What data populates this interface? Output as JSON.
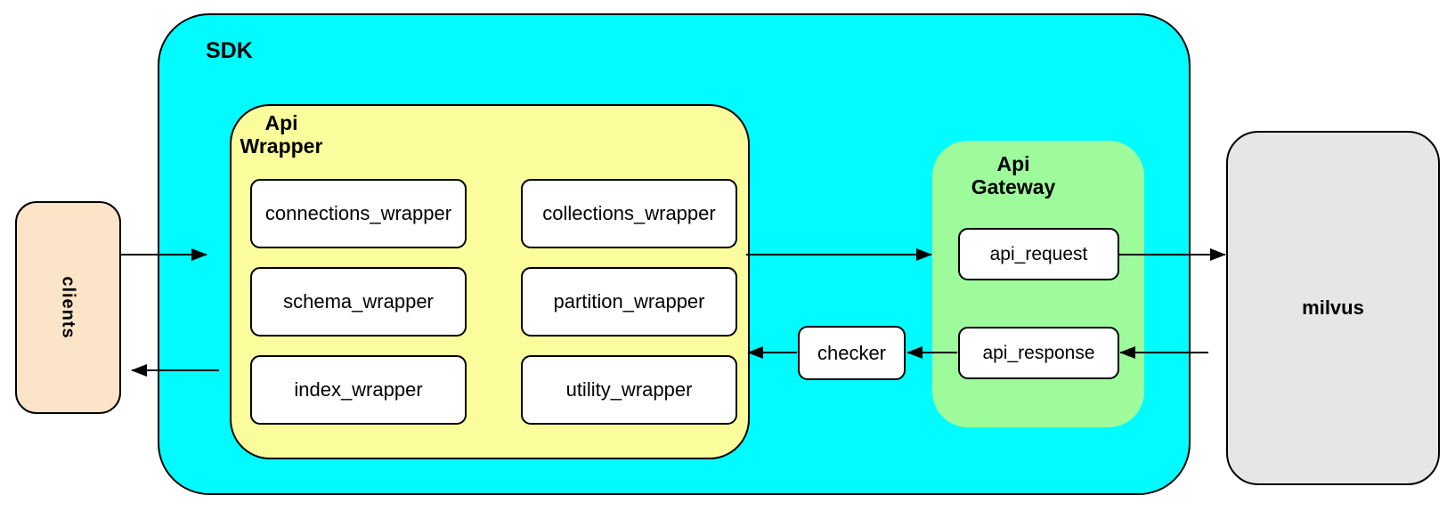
{
  "diagram": {
    "nodes": {
      "clients": {
        "label": "clients",
        "fill": "#fce4c9"
      },
      "sdk": {
        "label": "SDK",
        "fill": "#00fcff"
      },
      "api_wrapper": {
        "label_line1": "Api",
        "label_line2": "Wrapper",
        "fill": "#fbfd9d",
        "modules": [
          "connections_wrapper",
          "collections_wrapper",
          "schema_wrapper",
          "partition_wrapper",
          "index_wrapper",
          "utility_wrapper"
        ]
      },
      "checker": {
        "label": "checker",
        "fill": "#ffffff"
      },
      "api_gateway": {
        "label_line1": "Api",
        "label_line2": "Gateway",
        "fill": "#9efb9b",
        "boxes": {
          "request": "api_request",
          "response": "api_response"
        }
      },
      "milvus": {
        "label": "milvus",
        "fill": "#e6e6e6"
      }
    },
    "edges": [
      {
        "from": "clients",
        "to": "sdk"
      },
      {
        "from": "api_wrapper",
        "to": "api_request"
      },
      {
        "from": "api_request",
        "to": "milvus"
      },
      {
        "from": "milvus",
        "to": "api_response"
      },
      {
        "from": "api_response",
        "to": "checker"
      },
      {
        "from": "checker",
        "to": "api_wrapper"
      },
      {
        "from": "sdk",
        "to": "clients"
      }
    ],
    "colors": {
      "border": "#000000",
      "background": "#ffffff",
      "module_fill": "#ffffff"
    }
  }
}
